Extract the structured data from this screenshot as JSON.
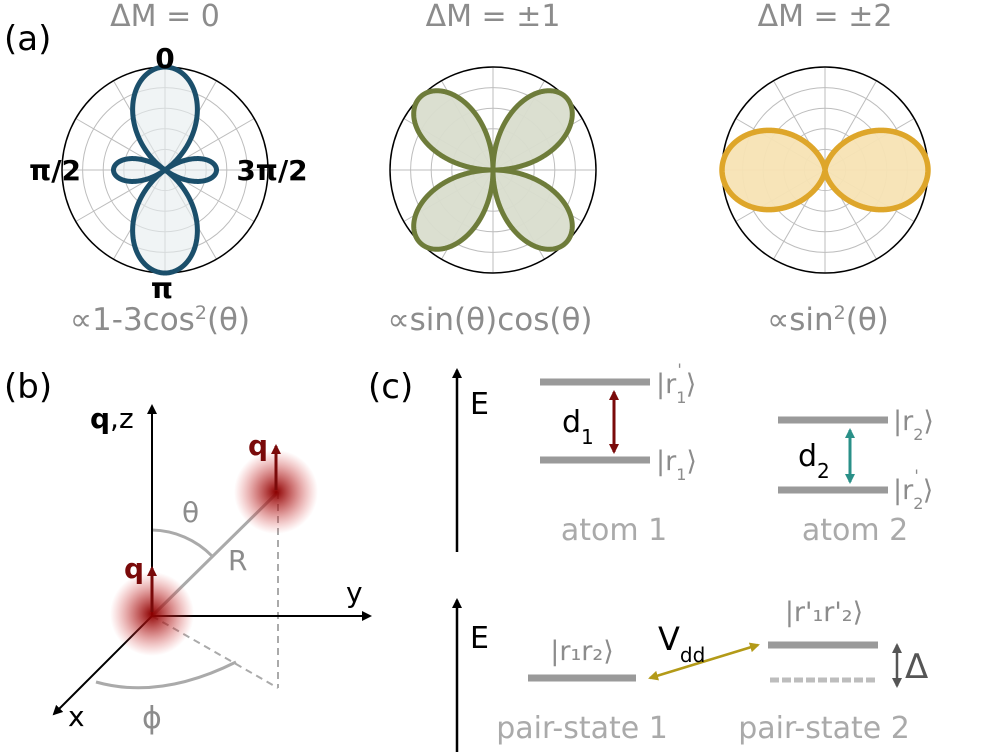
{
  "colors": {
    "grey_text": "#8c8c8c",
    "dm0": "#1b4f6b",
    "dm1": "#6e7c3a",
    "dm1_fill": "#d9ddcd",
    "dm2": "#dea62a",
    "dm2_fill": "#f7e3b4",
    "dark_red": "#7a0a0a",
    "teal": "#2a9088",
    "olive_arrow": "#b39a18",
    "level_grey": "#9a9a9a"
  },
  "panel_a": {
    "label": "(a)",
    "plots": [
      {
        "title": "ΔM = 0",
        "formula_prefix": "∝1-3cos",
        "formula_sup": "2",
        "formula_suffix": "(θ)",
        "angle_labels": {
          "top": "0",
          "left": "π/2",
          "right": "3π/2",
          "bottom": "π"
        }
      },
      {
        "title": "ΔM = ±1",
        "formula_prefix": "∝sin(θ)cos(θ)",
        "formula_sup": "",
        "formula_suffix": ""
      },
      {
        "title": "ΔM = ±2",
        "formula_prefix": "∝sin",
        "formula_sup": "2",
        "formula_suffix": "(θ)"
      }
    ]
  },
  "panel_b": {
    "label": "(b)",
    "axis_z_bold": "q",
    "axis_z_rest": ",z",
    "axis_y": "y",
    "axis_x": "x",
    "q_lower": "q",
    "q_upper": "q",
    "theta": "θ",
    "R": "R",
    "phi": "ϕ"
  },
  "panel_c": {
    "label": "(c)",
    "energy": "E",
    "atom1": {
      "upper": "|r",
      "upper_sub": "1",
      "upper_prime": "'",
      "lower": "|r",
      "lower_sub": "1",
      "d_label": "d",
      "d_sub": "1",
      "name": "atom 1"
    },
    "atom2": {
      "upper": "|r",
      "upper_sub": "2",
      "lower": "|r",
      "lower_sub": "2",
      "lower_prime": "'",
      "d_label": "d",
      "d_sub": "2",
      "name": "atom 2"
    },
    "pair1": {
      "ket": "|r₁r₂⟩",
      "name": "pair-state 1"
    },
    "pair2": {
      "ket": "|r'₁r'₂⟩",
      "name": "pair-state 2"
    },
    "vdd": "V",
    "vdd_sub": "dd",
    "delta": "Δ"
  }
}
